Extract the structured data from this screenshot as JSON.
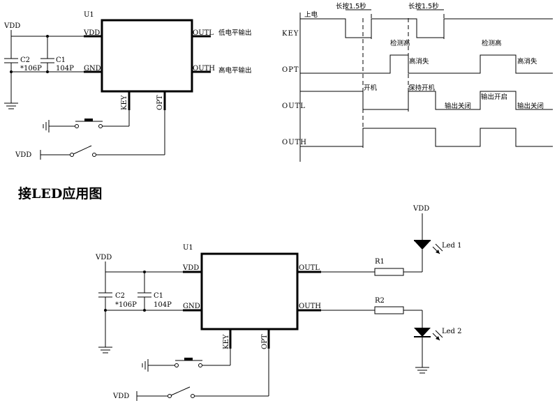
{
  "top_circuit": {
    "vdd": "VDD",
    "c2": "C2",
    "c2_value": "*106P",
    "c1": "C1",
    "c1_value": "104P",
    "chip": "U1",
    "pin_vdd": "VDD",
    "pin_gnd": "GND",
    "pin_outl": "OUTL",
    "pin_outh": "OUTH",
    "pin_key": "KEY",
    "pin_opt": "OPT",
    "outl_desc": "低电平输出",
    "outh_desc": "高电平输出",
    "vdd_switch": "VDD"
  },
  "timing": {
    "key": "KEY",
    "opt": "OPT",
    "outl": "OUTL",
    "outh": "OUTH",
    "ann": {
      "power_on": "上电",
      "long_press_1": "长按1.5秒",
      "long_press_2": "长按1.5秒",
      "detect_high_1": "检测高",
      "detect_high_2": "检测高",
      "high_gone_1": "高消失",
      "high_gone_2": "高消失",
      "turn_on": "开机",
      "keep_on": "保持开机",
      "output_off_1": "输出关闭",
      "output_on": "输出开启",
      "output_off_2": "输出关闭"
    }
  },
  "section_title": "接LED应用图",
  "led_circuit": {
    "vdd": "VDD",
    "c2": "C2",
    "c2_value": "*106P",
    "c1": "C1",
    "c1_value": "104P",
    "chip": "U1",
    "pin_vdd": "VDD",
    "pin_gnd": "GND",
    "pin_outl": "OUTL",
    "pin_outh": "OUTH",
    "pin_key": "KEY",
    "pin_opt": "OPT",
    "r1": "R1",
    "r2": "R2",
    "vdd_top": "VDD",
    "led1": "Led 1",
    "led2": "Led 2",
    "vdd_switch": "VDD"
  }
}
